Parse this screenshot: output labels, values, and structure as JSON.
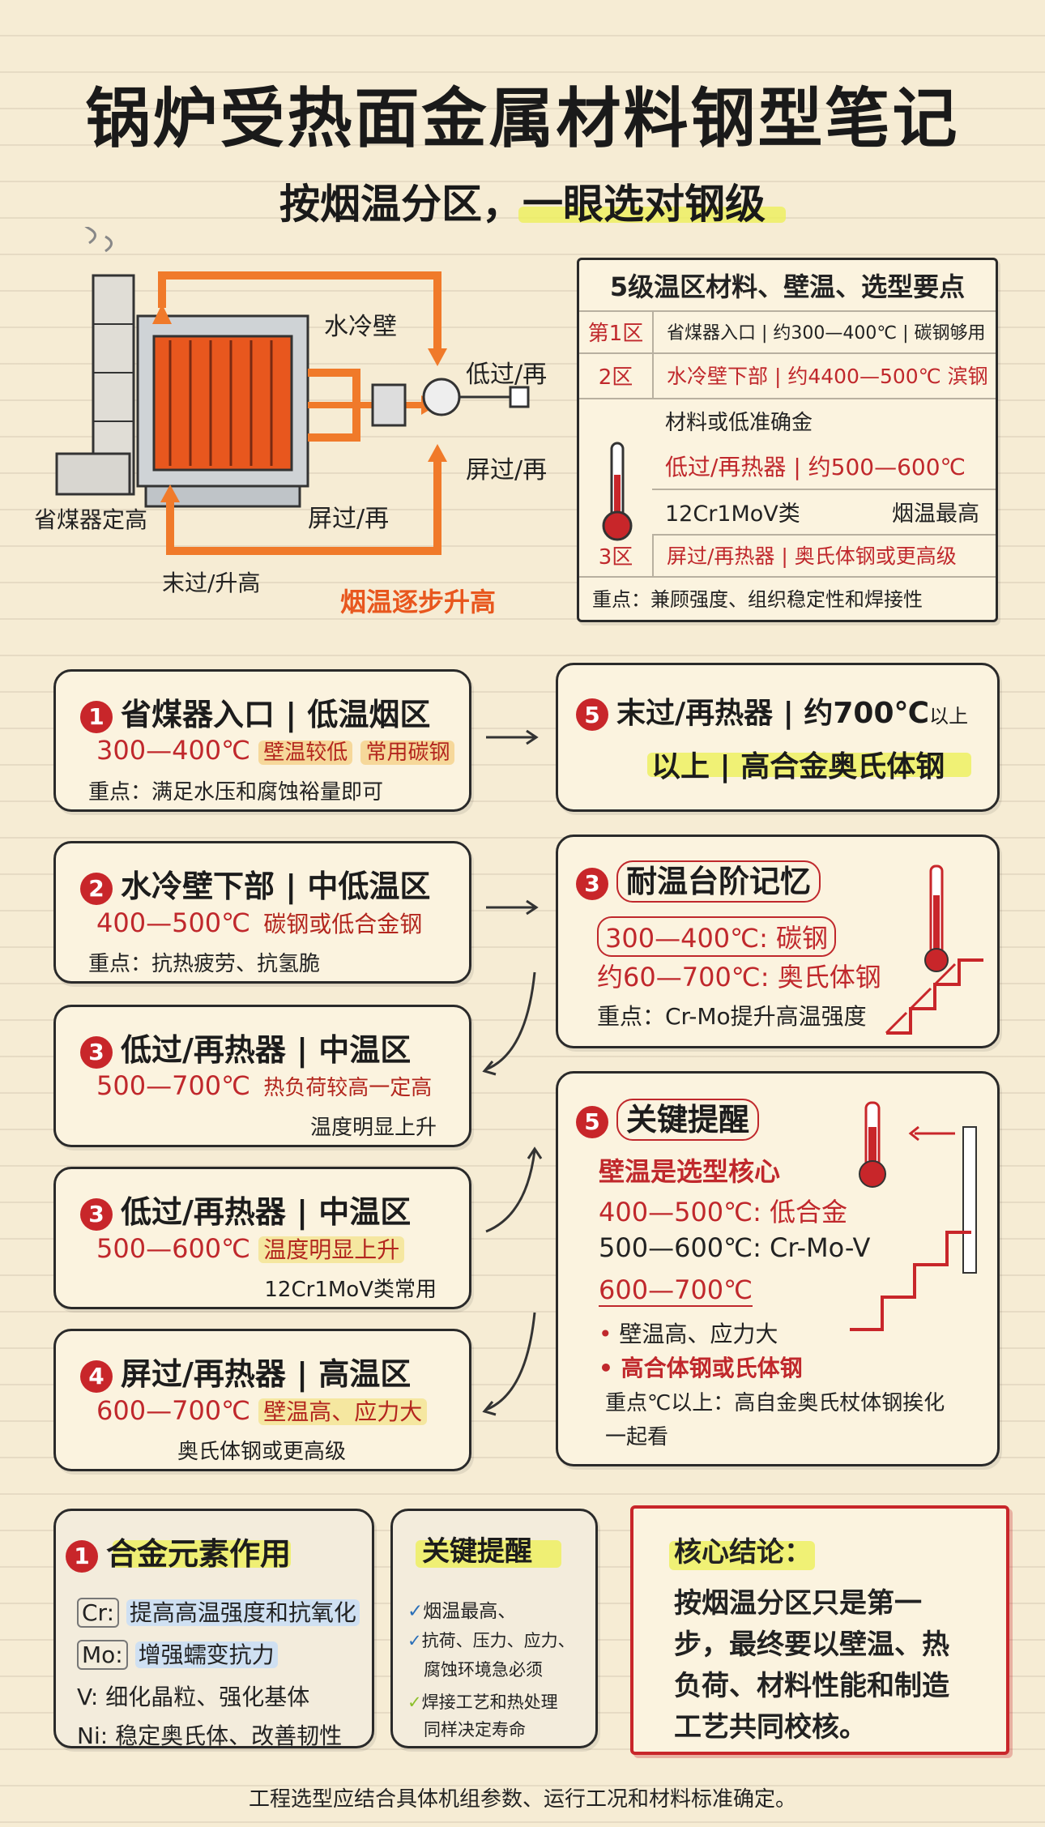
{
  "header": {
    "title": "锅炉受热面金属材料钢型笔记",
    "subtitle": "按烟温分区，一眼选对钢级"
  },
  "diagram": {
    "labels": {
      "water_wall": "水冷壁",
      "low_sh": "低过/再",
      "screen_sh": "屏过/再",
      "screen_sh2": "屏过/再",
      "economizer": "省煤器定高",
      "final_sh": "末过/升高",
      "flue_rise": "烟温逐步升高"
    }
  },
  "table": {
    "title": "5级温区材料、壁温、选型要点",
    "rows": [
      {
        "zone": "第1区",
        "text": "省煤器入口 | 约300—400℃ | 碳钢够用"
      },
      {
        "zone": "2区",
        "text": "水冷壁下部 | 约4400—500℃ 滨钢"
      },
      {
        "zone": "",
        "text": "材料或低准确金"
      },
      {
        "zone": "",
        "text": "低过/再热器 | 约500—600℃"
      },
      {
        "zone": "",
        "text": "12Cr1MoV类",
        "extra": "烟温最高"
      },
      {
        "zone": "3区",
        "text": "屏过/再热器 | 奥氏体钢或更高级"
      },
      {
        "zone": "",
        "text": "重点：兼顾强度、组织稳定性和焊接性"
      }
    ]
  },
  "cards_left": [
    {
      "num": "1",
      "title": "省煤器入口 | 低温烟区",
      "temp": "300—400℃",
      "tags": [
        "壁温较低",
        "常用碳钢"
      ],
      "note": "重点：满足水压和腐蚀裕量即可"
    },
    {
      "num": "2",
      "title": "水冷壁下部 | 中低温区",
      "temp": "400—500℃",
      "tags": [
        "碳钢或低合金钢"
      ],
      "note": "重点：抗热疲劳、抗氢脆"
    },
    {
      "num": "3",
      "title": "低过/再热器 | 中温区",
      "temp": "500—700℃",
      "tags": [
        "热负荷较高一定高"
      ],
      "note": "温度明显上升"
    },
    {
      "num": "3",
      "title": "低过/再热器 | 中温区",
      "temp": "500—600℃",
      "tags": [
        "温度明显上升"
      ],
      "note": "12Cr1MoV类常用"
    },
    {
      "num": "4",
      "title": "屏过/再热器 | 高温区",
      "temp": "600—700℃",
      "tags": [
        "壁温高、应力大"
      ],
      "note": "奥氏体钢或更高级"
    }
  ],
  "card_final": {
    "num": "5",
    "line1": "末过/再热器 | 约700℃",
    "tail": "以上",
    "line2": "以上 | 高合金奥氏体钢"
  },
  "card_memory": {
    "num": "3",
    "title": "耐温台阶记忆",
    "l1": "300—400℃: 碳钢",
    "l2": "约60—700℃: 奥氏体钢",
    "note": "重点：Cr-Mo提升高温强度"
  },
  "card_reminder": {
    "num": "5",
    "title": "关键提醒",
    "l1": "壁温是选型核心",
    "l2": "400—500℃: 低合金",
    "l3": "500—600℃: Cr-Mo-V",
    "l4": "600—700℃",
    "b1": "壁温高、应力大",
    "b2": "高合体钢或氏体钢",
    "n1": "重点℃以上：高自金奥氏杖体钢挨化",
    "n2": "一起看"
  },
  "alloy": {
    "num": "1",
    "title": "合金元素作用",
    "items": [
      {
        "el": "Cr:",
        "desc": "提高高温强度和抗氧化"
      },
      {
        "el": "Mo:",
        "desc": "增强蠕变抗力"
      },
      {
        "el": "V:",
        "desc": "细化晶粒、强化基体"
      },
      {
        "el": "Ni:",
        "desc": "稳定奥氏体、改善韧性"
      }
    ]
  },
  "reminder2": {
    "title": "关键提醒",
    "items": [
      "烟温最高、",
      "抗荷、压力、应力、",
      "腐蚀环境急必须",
      "焊接工艺和热处理",
      "同样决定寿命"
    ]
  },
  "conclusion": {
    "title": "核心结论：",
    "lines": [
      "按烟温分区只是第一",
      "步，最终要以壁温、热",
      "负荷、材料性能和制造",
      "工艺共同校核。"
    ]
  },
  "footer": "工程选型应结合具体机组参数、运行工况和材料标准确定。",
  "colors": {
    "accent_red": "#c0282c",
    "orange": "#f07a2a",
    "highlight_yellow": "#eef05a",
    "paper": "#f6ecd4"
  }
}
